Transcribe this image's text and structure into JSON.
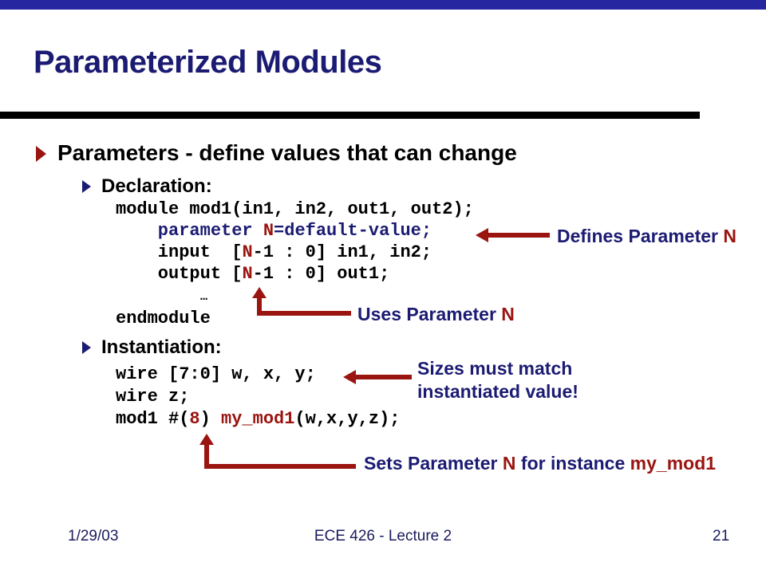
{
  "slide": {
    "title": "Parameterized Modules",
    "bullets": {
      "level1": "Parameters - define values that can change",
      "declaration": "Declaration:",
      "instantiation": "Instantiation:"
    },
    "code_declaration": {
      "lines": [
        {
          "segments": [
            {
              "t": "module mod1(in1, in2, out1, out2);",
              "c": "black"
            }
          ]
        },
        {
          "segments": [
            {
              "t": "    parameter ",
              "c": "navy"
            },
            {
              "t": "N",
              "c": "red"
            },
            {
              "t": "=default-value;",
              "c": "navy"
            }
          ]
        },
        {
          "segments": [
            {
              "t": "    input  [",
              "c": "black"
            },
            {
              "t": "N",
              "c": "red"
            },
            {
              "t": "-1 : 0] in1, in2;",
              "c": "black"
            }
          ]
        },
        {
          "segments": [
            {
              "t": "    output [",
              "c": "black"
            },
            {
              "t": "N",
              "c": "red"
            },
            {
              "t": "-1 : 0] out1;",
              "c": "black"
            }
          ]
        },
        {
          "segments": [
            {
              "t": "…",
              "c": "black"
            }
          ]
        },
        {
          "segments": [
            {
              "t": "endmodule",
              "c": "black"
            }
          ]
        }
      ]
    },
    "code_instantiation": {
      "lines": [
        {
          "segments": [
            {
              "t": "wire [7:0] w, x, y;",
              "c": "black"
            }
          ]
        },
        {
          "segments": [
            {
              "t": "wire z;",
              "c": "black"
            }
          ]
        },
        {
          "segments": [
            {
              "t": "mod1 #(",
              "c": "black"
            },
            {
              "t": "8",
              "c": "red"
            },
            {
              "t": ") ",
              "c": "black"
            },
            {
              "t": "my_mod1",
              "c": "red"
            },
            {
              "t": "(w,x,y,z);",
              "c": "black"
            }
          ]
        }
      ]
    },
    "annotations": {
      "defines": {
        "segments": [
          {
            "t": "Defines Parameter ",
            "c": "navy"
          },
          {
            "t": "N",
            "c": "red"
          }
        ]
      },
      "uses": {
        "segments": [
          {
            "t": "Uses Parameter ",
            "c": "navy"
          },
          {
            "t": "N",
            "c": "red"
          }
        ]
      },
      "sizes_line1": "Sizes must match",
      "sizes_line2": "instantiated value!",
      "sets": {
        "segments": [
          {
            "t": "Sets Parameter ",
            "c": "navy"
          },
          {
            "t": "N",
            "c": "red"
          },
          {
            "t": " for instance ",
            "c": "navy"
          },
          {
            "t": "my_mod1",
            "c": "red"
          }
        ]
      }
    },
    "footer": {
      "date": "1/29/03",
      "course": "ECE 426 - Lecture 2",
      "page": "21"
    },
    "colors": {
      "navy": "#1b1b73",
      "red": "#9a1410",
      "black": "#000000",
      "topbar": "#2626a0",
      "footer_text": "#1b1b5e"
    }
  }
}
